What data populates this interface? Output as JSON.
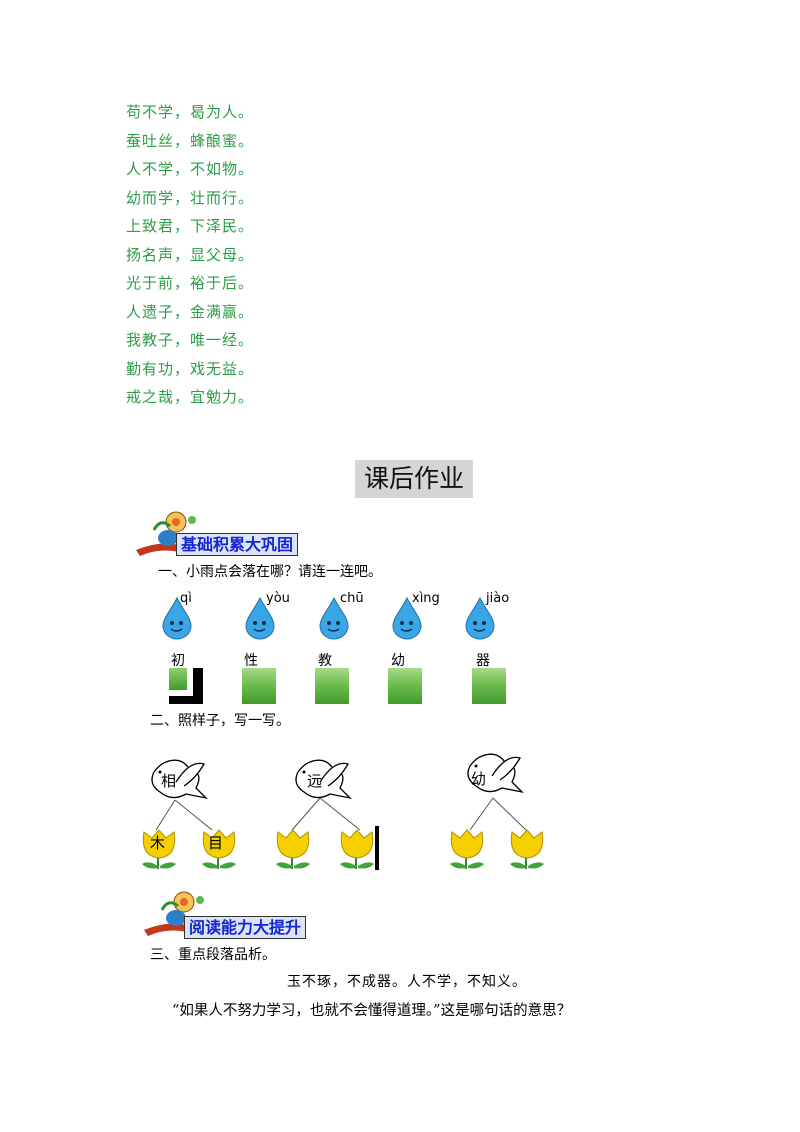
{
  "poem_lines": [
    "苟不学，曷为人。",
    "蚕吐丝，蜂酿蜜。",
    "人不学，不如物。",
    "幼而学，壮而行。",
    "上致君，下泽民。",
    "扬名声，显父母。",
    "光于前，裕于后。",
    "人遗子，金满赢。",
    "我教子，唯一经。",
    "勤有功，戏无益。",
    "戒之哉，宜勉力。"
  ],
  "homework_title": "课后作业",
  "section1": {
    "banner": "基础积累大巩固",
    "q1": "一、小雨点会落在哪？请连一连吧。",
    "drops": [
      {
        "pinyin": "qì"
      },
      {
        "pinyin": "yòu"
      },
      {
        "pinyin": "chū"
      },
      {
        "pinyin": "xìng"
      },
      {
        "pinyin": "jiào"
      }
    ],
    "chars": [
      "初",
      "性",
      "教",
      "幼",
      "器"
    ],
    "q2": "二、照样子，写一写。",
    "birds": [
      "相",
      "远",
      "幼"
    ],
    "tulip_chars": [
      "木",
      "目"
    ]
  },
  "section2": {
    "banner": "阅读能力大提升",
    "q3": "三、重点段落品析。",
    "quote": "玉不琢，不成器。人不学，不知义。",
    "question": "“如果人不努力学习，也就不会懂得道理。”这是哪句话的意思？"
  },
  "colors": {
    "poem_green": "#2e9d47",
    "banner_blue": "#1225d4",
    "drop_blue": "#3aa6e6",
    "tulip_yellow": "#f6cf00"
  }
}
